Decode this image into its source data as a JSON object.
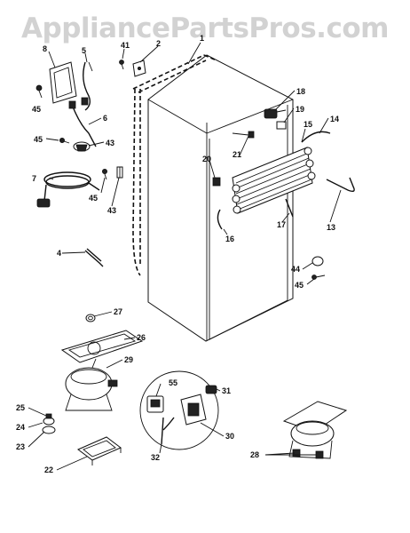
{
  "watermark": "AppliancePartsPros.com",
  "labels": {
    "l1": "1",
    "l2": "2",
    "l4": "4",
    "l5": "5",
    "l6": "6",
    "l7": "7",
    "l8": "8",
    "l13": "13",
    "l14": "14",
    "l15": "15",
    "l16": "16",
    "l17": "17",
    "l18": "18",
    "l19": "19",
    "l20": "20",
    "l21": "21",
    "l22": "22",
    "l23": "23",
    "l24": "24",
    "l25": "25",
    "l26": "26",
    "l27": "27",
    "l28": "28",
    "l29": "29",
    "l30": "30",
    "l31": "31",
    "l32": "32",
    "l41": "41",
    "l43a": "43",
    "l43b": "43",
    "l44": "44",
    "l45a": "45",
    "l45b": "45",
    "l45c": "45",
    "l45d": "45",
    "l55": "55"
  }
}
